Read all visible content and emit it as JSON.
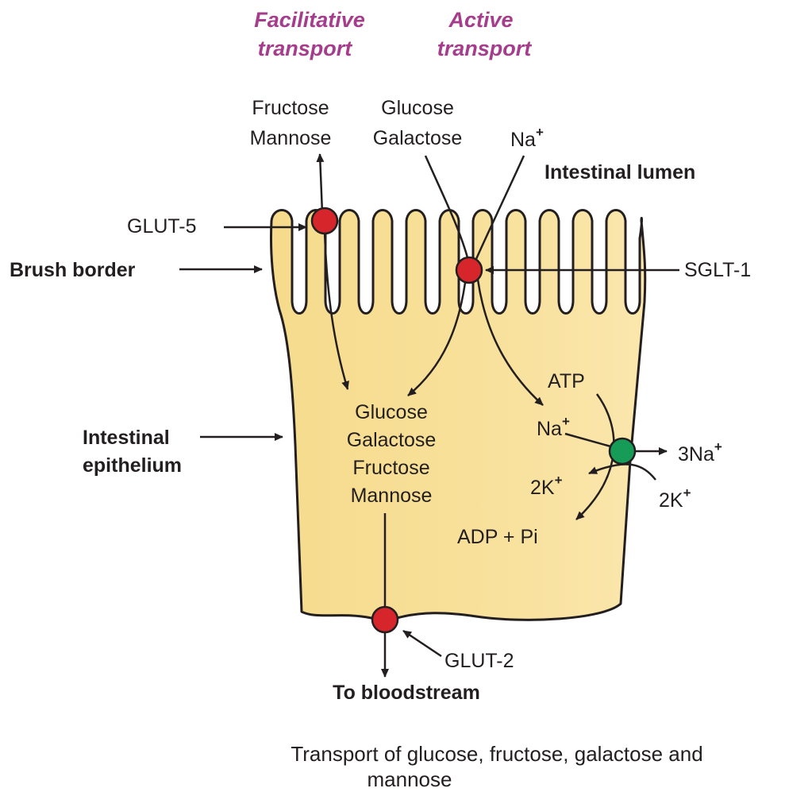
{
  "colors": {
    "cell_fill": "#f7dd8f",
    "cell_fill_light": "#fbe9b0",
    "outline": "#231f20",
    "heading": "#a53c8c",
    "carrier_red": "#d7262b",
    "carrier_green": "#169c57"
  },
  "headings": {
    "facilitative": [
      "Facilitative",
      "transport"
    ],
    "active": [
      "Active",
      "transport"
    ]
  },
  "lumen": {
    "fructose_mannose": [
      "Fructose",
      "Mannose"
    ],
    "glucose_galactose": [
      "Glucose",
      "Galactose"
    ],
    "na": "Na",
    "na_sup": "+",
    "intestinal_lumen": "Intestinal lumen"
  },
  "transporters": {
    "glut5": "GLUT-5",
    "sglt1": "SGLT-1",
    "glut2": "GLUT-2"
  },
  "side_labels": {
    "brush_border": "Brush border",
    "intestinal_epithelium": [
      "Intestinal",
      "epithelium"
    ]
  },
  "cell_sugars": [
    "Glucose",
    "Galactose",
    "Fructose",
    "Mannose"
  ],
  "pump": {
    "atp": "ATP",
    "na_in": "Na",
    "na_in_sup": "+",
    "k_in": "2K",
    "k_in_sup": "+",
    "adp_pi": "ADP + Pi",
    "na_out": "3Na",
    "na_out_sup": "+",
    "k_out": "2K",
    "k_out_sup": "+"
  },
  "bloodstream": "To bloodstream",
  "caption": [
    "Transport of glucose, fructose, galactose and",
    "mannose"
  ]
}
